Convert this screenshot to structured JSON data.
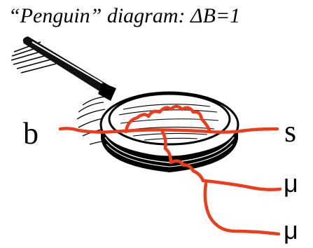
{
  "diagram": {
    "title": "“Penguin” diagram: ΔB=1",
    "labels": {
      "b": "b",
      "s": "s",
      "mu_top": "μ",
      "mu_bottom": "μ"
    },
    "colors": {
      "line": "#ee3b1a",
      "ink": "#000000"
    },
    "icons": [
      "magnifying-glass-icon"
    ]
  }
}
